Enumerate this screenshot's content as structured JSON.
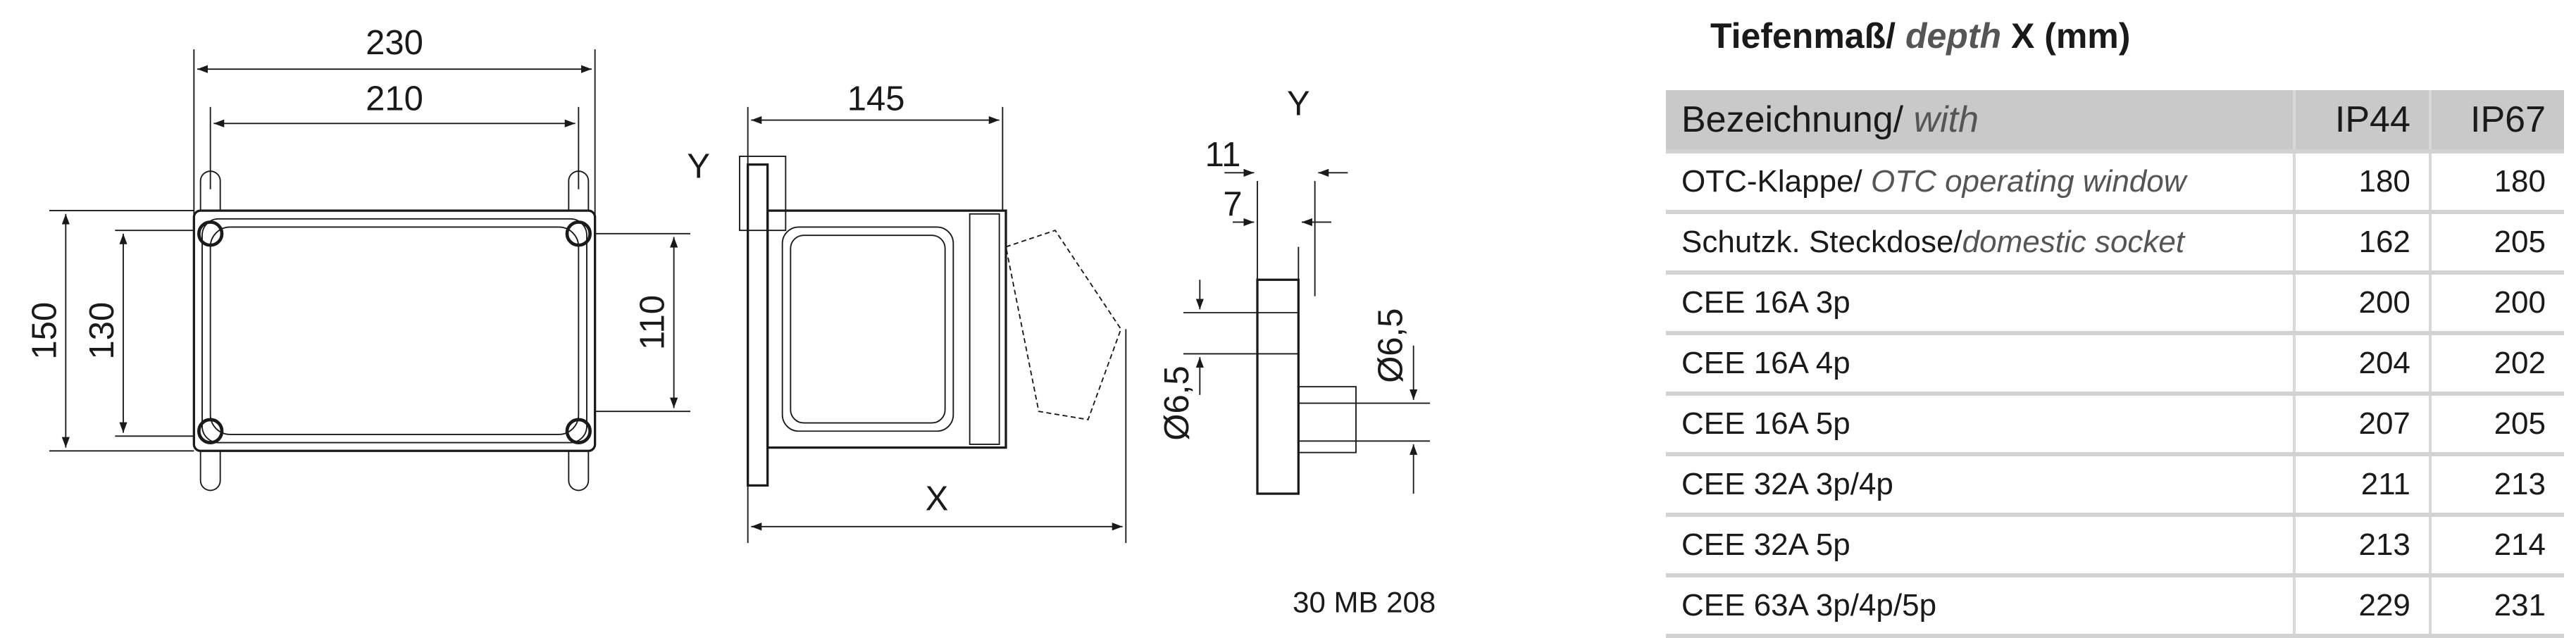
{
  "drawing": {
    "dims": {
      "d230": "230",
      "d210": "210",
      "d150": "150",
      "d130": "130",
      "d110": "110",
      "d145": "145",
      "d11": "11",
      "d7": "7",
      "dia_left": "Ø6,5",
      "dia_right": "Ø6,5"
    },
    "labels": {
      "y_side": "Y",
      "y_detail": "Y",
      "x_depth": "X"
    },
    "drawing_number": "30 MB 208"
  },
  "table": {
    "title_de": "Tiefenmaß/",
    "title_en": "depth",
    "title_suffix": "X (mm)",
    "header": {
      "col1_de": "Bezeichnung/",
      "col1_en": "with",
      "ip44": "IP44",
      "ip67": "IP67"
    },
    "rows": [
      {
        "de": "OTC-Klappe/ ",
        "en": "OTC operating window",
        "ip44": "180",
        "ip67": "180"
      },
      {
        "de": "Schutzk. Steckdose/",
        "en": "domestic socket",
        "ip44": "162",
        "ip67": "205"
      },
      {
        "de": "CEE 16A 3p",
        "en": "",
        "ip44": "200",
        "ip67": "200"
      },
      {
        "de": "CEE 16A 4p",
        "en": "",
        "ip44": "204",
        "ip67": "202"
      },
      {
        "de": "CEE 16A 5p",
        "en": "",
        "ip44": "207",
        "ip67": "205"
      },
      {
        "de": "CEE 32A 3p/4p",
        "en": "",
        "ip44": "211",
        "ip67": "213"
      },
      {
        "de": "CEE 32A 5p",
        "en": "",
        "ip44": "213",
        "ip67": "214"
      },
      {
        "de": "CEE 63A 3p/4p/5p",
        "en": "",
        "ip44": "229",
        "ip67": "231"
      }
    ]
  }
}
